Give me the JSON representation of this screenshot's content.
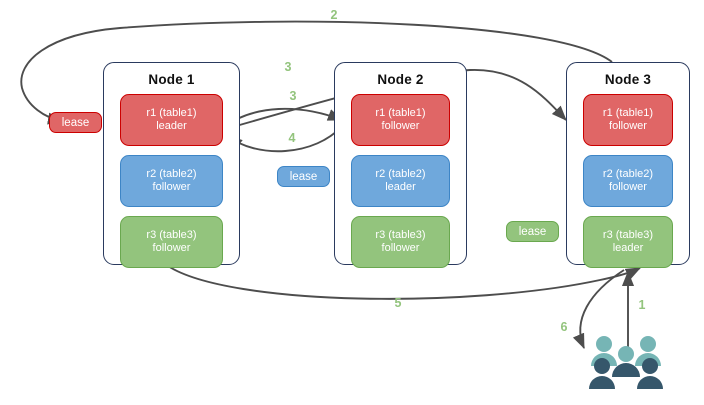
{
  "diagram": {
    "title": "Raft multi-replica lease diagram",
    "colors": {
      "red": "#e06666",
      "red_border": "#cc0000",
      "blue": "#6fa8dc",
      "blue_border": "#3d85c6",
      "green": "#93c47d",
      "green_border": "#6aa84f",
      "node_border": "#2a3a5e",
      "arrow": "#4d4d4d",
      "step_label": "#93c47d",
      "user_light": "#76b5b5",
      "user_dark": "#36576b"
    }
  },
  "nodes": [
    {
      "id": "node1",
      "title": "Node 1",
      "replicas": [
        {
          "name": "r1 (table1)",
          "role": "leader",
          "color": "red"
        },
        {
          "name": "r2 (table2)",
          "role": "follower",
          "color": "blue"
        },
        {
          "name": "r3 (table3)",
          "role": "follower",
          "color": "green"
        }
      ]
    },
    {
      "id": "node2",
      "title": "Node 2",
      "replicas": [
        {
          "name": "r1 (table1)",
          "role": "follower",
          "color": "red"
        },
        {
          "name": "r2 (table2)",
          "role": "leader",
          "color": "blue"
        },
        {
          "name": "r3 (table3)",
          "role": "follower",
          "color": "green"
        }
      ]
    },
    {
      "id": "node3",
      "title": "Node 3",
      "replicas": [
        {
          "name": "r1 (table1)",
          "role": "follower",
          "color": "red"
        },
        {
          "name": "r2 (table2)",
          "role": "follower",
          "color": "blue"
        },
        {
          "name": "r3 (table3)",
          "role": "leader",
          "color": "green"
        }
      ]
    }
  ],
  "leases": [
    {
      "id": "lease-red",
      "label": "lease",
      "color": "red"
    },
    {
      "id": "lease-blue",
      "label": "lease",
      "color": "blue"
    },
    {
      "id": "lease-green",
      "label": "lease",
      "color": "green"
    }
  ],
  "steps": [
    {
      "id": "step-1",
      "label": "1"
    },
    {
      "id": "step-2",
      "label": "2"
    },
    {
      "id": "step-3a",
      "label": "3"
    },
    {
      "id": "step-3b",
      "label": "3"
    },
    {
      "id": "step-4",
      "label": "4"
    },
    {
      "id": "step-5",
      "label": "5"
    },
    {
      "id": "step-6",
      "label": "6"
    }
  ],
  "actors": {
    "users_icon": "users-group-icon"
  }
}
